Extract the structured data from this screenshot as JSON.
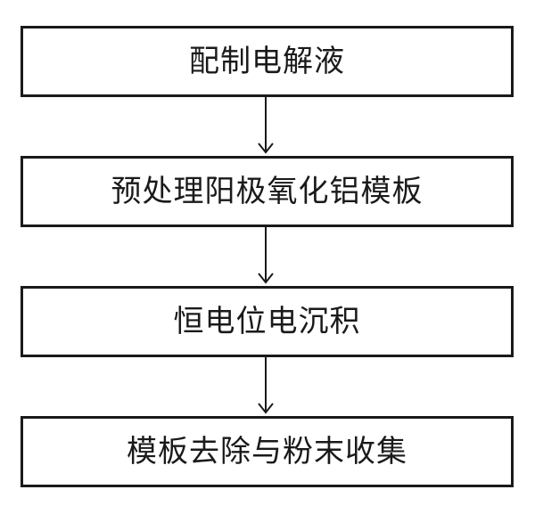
{
  "flowchart": {
    "steps": [
      {
        "label": "配制电解液"
      },
      {
        "label": "预处理阳极氧化铝模板"
      },
      {
        "label": "恒电位电沉积"
      },
      {
        "label": "模板去除与粉末收集"
      }
    ]
  },
  "colors": {
    "stroke": "#1a1a1a",
    "background": "#ffffff"
  }
}
